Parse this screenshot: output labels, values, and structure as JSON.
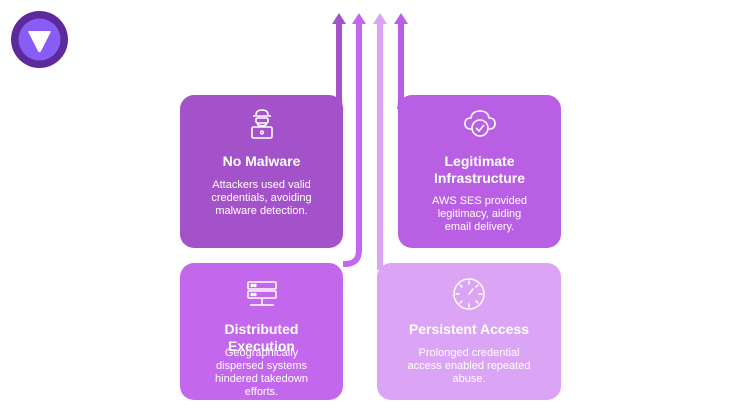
{
  "colors": {
    "card_top_left": "#a452c9",
    "card_top_right": "#b85fe3",
    "card_bottom_left": "#c367ec",
    "card_bottom_right": "#dca4f5",
    "logo_outer": "#5d2a9c",
    "logo_inner": "#8a5cf6"
  },
  "cards": [
    {
      "title": "No Malware",
      "description": "Attackers used valid credentials, avoiding malware detection.",
      "icon": "hacker-icon"
    },
    {
      "title": "Legitimate Infrastructure",
      "description": "AWS SES provided legitimacy, aiding email delivery.",
      "icon": "cloud-check-icon"
    },
    {
      "title": "Distributed Execution",
      "description": "Geographically dispersed systems hindered takedown efforts.",
      "icon": "server-icon"
    },
    {
      "title": "Persistent Access",
      "description": "Prolonged credential access enabled repeated abuse.",
      "icon": "clock-icon"
    }
  ]
}
